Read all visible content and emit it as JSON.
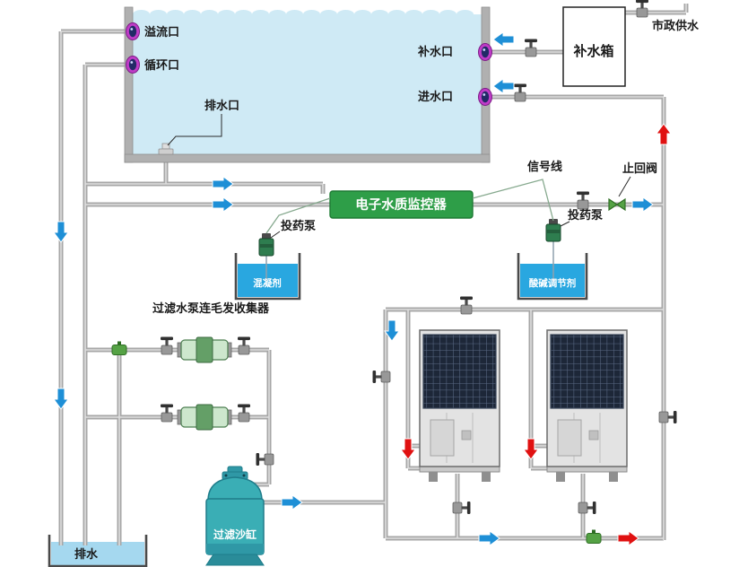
{
  "labels": {
    "overflow_port": "溢流口",
    "circulation_port": "循环口",
    "pool_drain_port": "排水口",
    "refill_port": "补水口",
    "inlet_port": "进水口",
    "refill_tank": "补水箱",
    "municipal_supply": "市政供水",
    "signal_line": "信号线",
    "check_valve": "止回阀",
    "monitor": "电子水质监控器",
    "dosing_pump_left": "投药泵",
    "dosing_pump_right": "投药泵",
    "coagulant_tank": "混凝剂",
    "ph_adjuster_tank": "酸碱调节剂",
    "filter_pump_assembly": "过滤水泵连毛发收集器",
    "sand_filter": "过滤沙缸",
    "floor_drain": "排水"
  },
  "colors": {
    "pipe": "#a7a7a7",
    "pipe_highlight": "#dedede",
    "arrow_blue": "#1e8fd6",
    "arrow_red": "#e01111",
    "monitor_green": "#2e9e48",
    "chem_water": "#29a7e0",
    "pool_water": "#cfeaf5",
    "pool_wall": "#b0b0b0",
    "sand_tank": "#3aaeb5",
    "port_ring": "#c03cc8",
    "valve_green": "#55a245",
    "drain_water": "#a5d8ef"
  }
}
